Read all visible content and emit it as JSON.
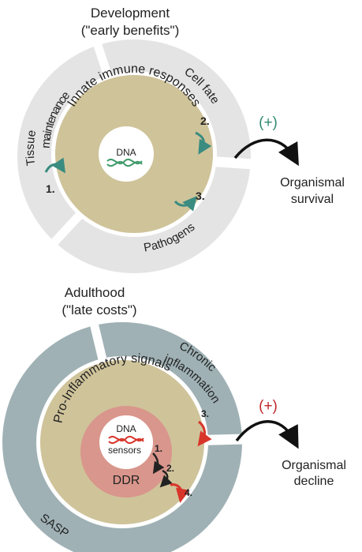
{
  "top_panel": {
    "title": "Development",
    "subtitle": "(\"early benefits\")",
    "ring_label": "Innate immune responses",
    "center_label": "DNA",
    "segments": [
      "Tissue",
      "maintenance",
      "Cell fate",
      "Pathogens"
    ],
    "step_numbers": [
      "1.",
      "2.",
      "3."
    ],
    "sign": "(+)",
    "outcome_line1": "Organismal",
    "outcome_line2": "survival"
  },
  "bottom_panel": {
    "title": "Adulthood",
    "subtitle": "(\"late costs\")",
    "ring_label": "Pro-Inflammatory signals",
    "core_label": "DDR",
    "center_line1": "DNA",
    "center_line2": "sensors",
    "segments": [
      "Chronic",
      "inflammation",
      "SASP"
    ],
    "step_numbers": [
      "1.",
      "2.",
      "3.",
      "4."
    ],
    "sign": "(+)",
    "outcome_line1": "Organismal",
    "outcome_line2": "decline"
  },
  "colors": {
    "outer_ring_top": "#e4e4e4",
    "outer_ring_bottom": "#9fb1b5",
    "inner_ring": "#cfc39a",
    "core": "#d9968c",
    "arrow_teal": "#3a8c80",
    "arrow_red": "#d8352a",
    "sign_top": "#2e8b70",
    "sign_bottom": "#c0282a"
  }
}
